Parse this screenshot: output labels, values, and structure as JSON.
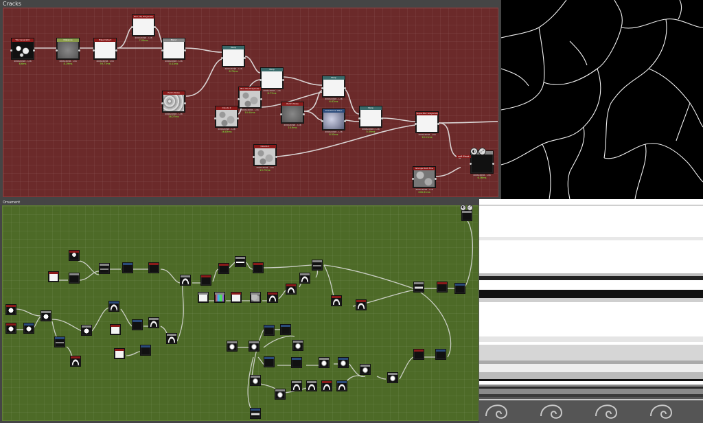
{
  "frames": {
    "cracks": {
      "title": "Cracks"
    },
    "ornament": {
      "title": "Ornament"
    }
  },
  "colors": {
    "cracks_frame_bg": "#6b2a2a",
    "ornament_frame_bg": "#4d6a27",
    "node_header_red": "#8b1a1a",
    "node_header_teal": "#3a6a6a",
    "node_header_grey": "#888888",
    "node_header_olive": "#8a9a4a",
    "node_header_blue": "#2a4a7a",
    "timing_text": "#7fff3a"
  },
  "cracks_nodes": [
    {
      "id": "c1",
      "title": "Tile Generator",
      "size": "4096x4096 - L16",
      "time": "6.6ms",
      "tex": "blobs",
      "hdr": "red"
    },
    {
      "id": "c2",
      "title": "Distance",
      "size": "4096x4096 - L16",
      "time": "8.19ms",
      "tex": "grey",
      "hdr": "olive"
    },
    {
      "id": "c3",
      "title": "Edge Detect",
      "size": "4096x4096 - L16",
      "time": "39.77ms",
      "tex": "white",
      "hdr": "red"
    },
    {
      "id": "c4",
      "title": "Blur HQ Grayscale",
      "size": "4096x4096 - L16",
      "time": "7.09ms",
      "tex": "white",
      "hdr": "red"
    },
    {
      "id": "c5",
      "title": "Blend",
      "size": "4096x4096 - L16",
      "time": "8.41ms",
      "tex": "white",
      "hdr": "grey"
    },
    {
      "id": "c6",
      "title": "Warp",
      "size": "4096x4096 - L16",
      "time": "8.79ms",
      "tex": "white",
      "hdr": "teal"
    },
    {
      "id": "c7",
      "title": "Perlin Noise",
      "size": "4096x4096 - L16",
      "time": "16.27ms",
      "tex": "noise",
      "hdr": "red"
    },
    {
      "id": "c8",
      "title": "Warp",
      "size": "4096x4096 - L16",
      "time": "6.77ms",
      "tex": "white",
      "hdr": "teal"
    },
    {
      "id": "c9",
      "title": "Blur HQ Grayscale",
      "size": "4096x4096 - L16",
      "time": "14.44ms",
      "tex": "cell",
      "hdr": "red"
    },
    {
      "id": "c10",
      "title": "Clouds 2",
      "size": "4096x4096 - L16",
      "time": "16.83ms",
      "tex": "cell",
      "hdr": "red"
    },
    {
      "id": "c11",
      "title": "Warp",
      "size": "4096x4096 - L16",
      "time": "6.67ms",
      "tex": "white",
      "hdr": "teal"
    },
    {
      "id": "c12",
      "title": "Perlin Noise",
      "size": "4096x4096 - L16",
      "time": "10.9ms",
      "tex": "grey",
      "hdr": "red"
    },
    {
      "id": "c13",
      "title": "Directional Warp",
      "size": "4096x4096 - L16",
      "time": "8.55ms",
      "tex": "purple",
      "hdr": "blue"
    },
    {
      "id": "c14",
      "title": "Warp",
      "size": "4096x4096 - L16",
      "time": "5.59ms",
      "tex": "white",
      "hdr": "teal"
    },
    {
      "id": "c15",
      "title": "Slope Blur Grayscale",
      "size": "4096x4096 - L16",
      "time": "10.11ms",
      "tex": "white",
      "hdr": "red"
    },
    {
      "id": "c16",
      "title": "Clouds 1",
      "size": "4096x4096 - L16",
      "time": "19.79ms",
      "tex": "cell",
      "hdr": "red"
    },
    {
      "id": "c17",
      "title": "Grunge Rock Fine",
      "size": "4096x4096 - L16",
      "time": "206.31ms",
      "tex": "stone",
      "hdr": "red"
    },
    {
      "id": "c18",
      "title": "",
      "size": "4096x4096 - L16",
      "time": "6.36ms",
      "tex": "dark",
      "hdr": "grey"
    }
  ],
  "cracks_output_label": "soft Mask",
  "ornament_nodes_count_note": ""
}
